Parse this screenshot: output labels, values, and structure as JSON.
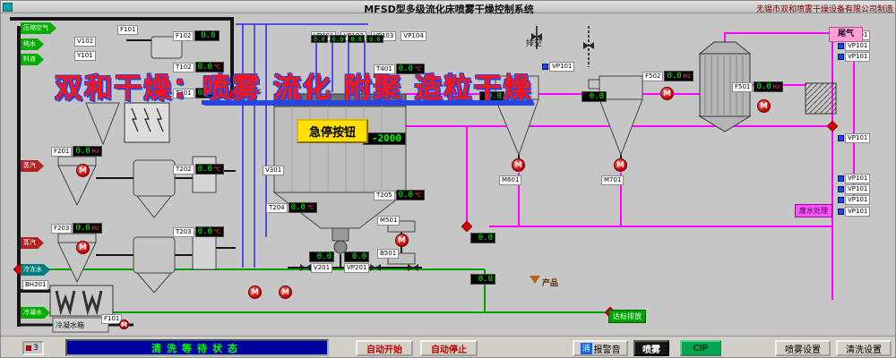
{
  "title_bar": {
    "system_title": "MFSD型多级流化床喷雾干燥控制系统",
    "manufacturer": "无锡市双和喷雾干燥设备有限公司制造"
  },
  "watermark": {
    "prefix": "双和干燥：",
    "words": "喷雾 流化 附聚 造粒干燥"
  },
  "sources": [
    {
      "label": "压缩空气"
    },
    {
      "label": "纯水"
    },
    {
      "label": "料液"
    },
    {
      "label": "蒸汽"
    },
    {
      "label": "蒸汽"
    },
    {
      "label": "冷冻水"
    },
    {
      "label": "冷凝水"
    }
  ],
  "labels": [
    "V102",
    "F101",
    "F102",
    "Y101",
    "T102",
    "T201",
    "T202",
    "T203",
    "F201",
    "F203",
    "T204",
    "T205",
    "T401",
    "M501",
    "B501",
    "V201",
    "VP201",
    "V301",
    "BH201",
    "F101",
    "F501",
    "F502",
    "M601",
    "M701",
    "VP101",
    "VP102",
    "VP103",
    "VP104"
  ],
  "displays": [
    {
      "value": "0.0",
      "unit": ""
    },
    {
      "value": "0.0",
      "unit": "℃"
    },
    {
      "value": "0.0",
      "unit": "℃"
    },
    {
      "value": "0.0",
      "unit": "℃"
    },
    {
      "value": "0.0",
      "unit": "℃"
    },
    {
      "value": "0.0",
      "unit": "Hz"
    },
    {
      "value": "0.0",
      "unit": "Hz"
    },
    {
      "value": "0.0",
      "unit": "℃"
    },
    {
      "value": "0.0",
      "unit": "℃"
    },
    {
      "value": "0.0",
      "unit": "℃"
    },
    {
      "value": "-2000",
      "unit": ""
    },
    {
      "value": "0.0",
      "unit": ""
    },
    {
      "value": "0.0",
      "unit": ""
    },
    {
      "value": "0.0",
      "unit": "Hz"
    },
    {
      "value": "0.0",
      "unit": "Hz"
    },
    {
      "value": "0.0",
      "unit": ""
    },
    {
      "value": "0.0",
      "unit": ""
    },
    {
      "value": "0.0",
      "unit": ""
    },
    {
      "value": "0.0",
      "unit": ""
    },
    {
      "value": "0.0",
      "unit": ""
    },
    {
      "value": "0.0",
      "unit": ""
    },
    {
      "value": "0.0",
      "unit": ""
    },
    {
      "value": "0.0",
      "unit": ""
    }
  ],
  "right_valves": [
    "VP101",
    "VP101",
    "VP101",
    "VP101",
    "VP101",
    "VP101",
    "VP101",
    "VP101"
  ],
  "tags": {
    "tail_gas": "尾气",
    "vent": "排空",
    "product": "产品",
    "discharge": "达标排放",
    "waste": "废水处理",
    "estop": "急停按钮",
    "condensate_tank": "冷凝水箱"
  },
  "status": {
    "text": "清洗等待状态",
    "counter": "3"
  },
  "controls": {
    "auto_start": "自动开始",
    "auto_stop": "自动停止",
    "alarm_mute": "消",
    "alarm_label": "报警音",
    "spray": "喷雾",
    "cip": "CIP",
    "spray_settings": "喷雾设置",
    "clean_settings": "清洗设置"
  }
}
